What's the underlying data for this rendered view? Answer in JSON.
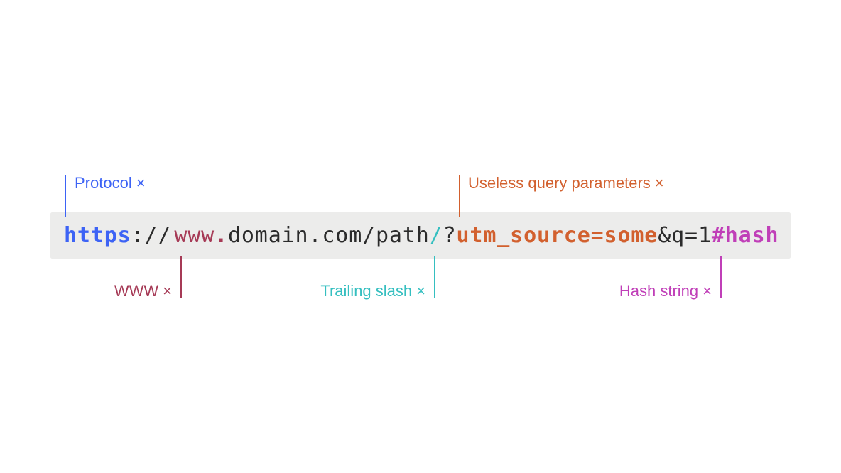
{
  "url_parts": {
    "protocol": "https",
    "sep": "://",
    "www": "www",
    "dot": ".",
    "domain_path": "domain.com/path",
    "trailing_slash": "/",
    "question": "?",
    "query": "utm_source=some",
    "rest": "&q=1",
    "hash": "#hash"
  },
  "labels": {
    "protocol": "Protocol",
    "query": "Useless query parameters",
    "www": "WWW",
    "trailing_slash": "Trailing slash",
    "hash": "Hash string",
    "remove_symbol": "×"
  },
  "colors": {
    "protocol": "#3d63f5",
    "www": "#a63a56",
    "trailing_slash": "#35bfc0",
    "query": "#d2602e",
    "hash": "#c03fb8",
    "text": "#2b2b2b",
    "bar": "#ececeb"
  }
}
